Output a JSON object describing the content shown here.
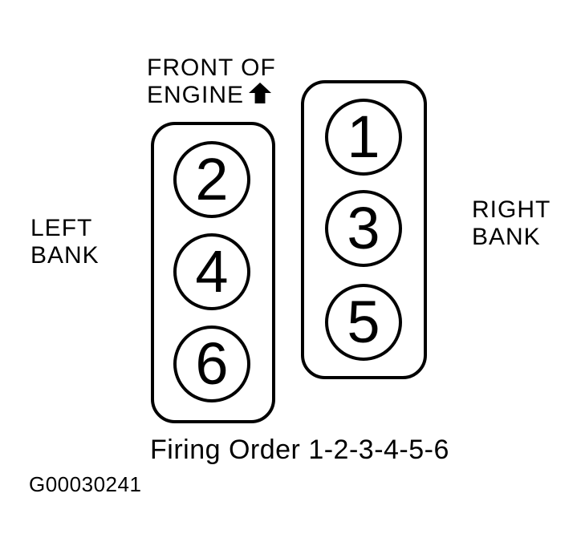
{
  "colors": {
    "line": "#000000",
    "background": "#ffffff"
  },
  "front_of_engine": {
    "line1": "FRONT OF",
    "line2": "ENGINE",
    "arrow_icon": "up-arrow"
  },
  "left_bank": {
    "label_line1": "LEFT",
    "label_line2": "BANK",
    "cylinders": [
      "2",
      "4",
      "6"
    ]
  },
  "right_bank": {
    "label_line1": "RIGHT",
    "label_line2": "BANK",
    "cylinders": [
      "1",
      "3",
      "5"
    ]
  },
  "caption": "Firing Order 1-2-3-4-5-6",
  "figure_code": "G00030241"
}
